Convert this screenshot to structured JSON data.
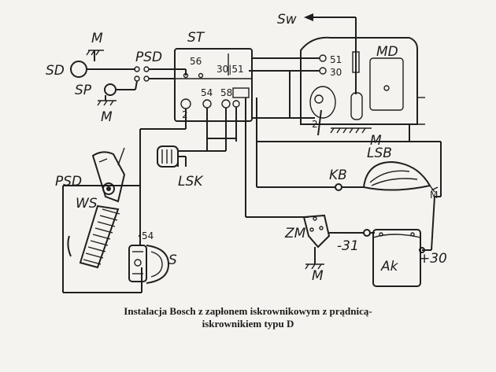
{
  "labels": {
    "sw": "Sw",
    "md": "MD",
    "st": "ST",
    "m_top": "M",
    "sd": "SD",
    "psd_top": "PSD",
    "sp": "SP",
    "m_sp": "M",
    "st_56": "56",
    "st_30_51": "30|51",
    "st_54": "54",
    "st_58": "58",
    "st_2": "2",
    "md_51": "51",
    "md_30": "30",
    "md_2": "2",
    "m_md": "M",
    "lsb": "LSB",
    "kb": "KB",
    "lsk": "LSK",
    "psd_left": "PSD",
    "ws": "WS",
    "s_54": "54",
    "s": "S",
    "zm": "ZM",
    "minus31": "-31",
    "m_zm": "M",
    "ak": "Ak",
    "plus30": "+30"
  },
  "caption": {
    "line1": "Instalacja Bosch z zapłonem iskrownikowym z prądnicą-",
    "line2": "iskrownikiem typu D"
  }
}
